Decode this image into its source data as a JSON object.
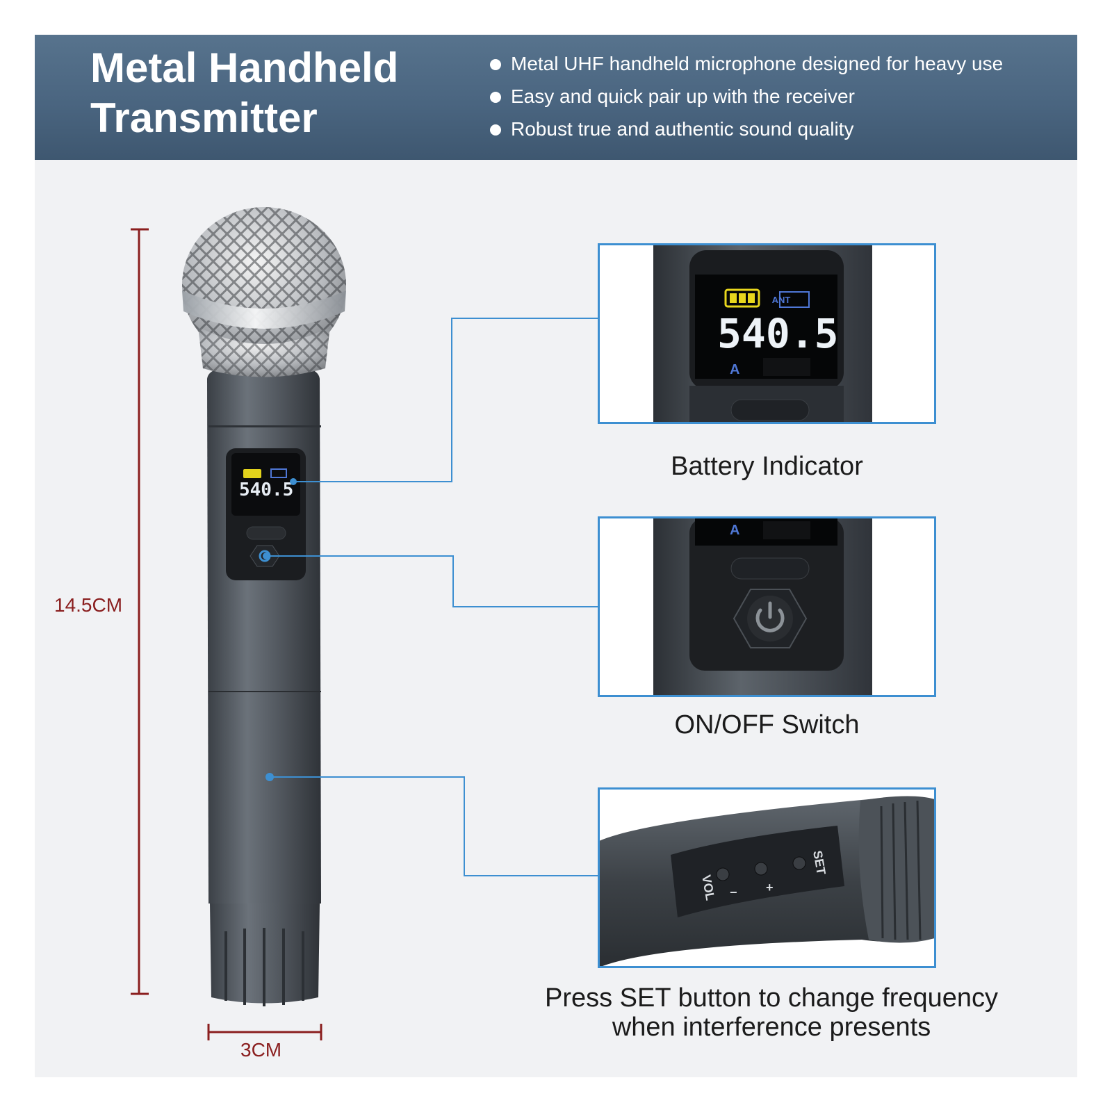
{
  "header": {
    "title_line1": "Metal Handheld",
    "title_line2": "Transmitter",
    "bullets": [
      "Metal UHF handheld microphone designed for heavy use",
      "Easy and quick pair up with the receiver",
      "Robust true and authentic sound quality"
    ]
  },
  "dimensions": {
    "height_label": "14.5CM",
    "width_label": "3CM"
  },
  "display": {
    "frequency": "540.5",
    "antenna_label": "ANT",
    "channel": "A"
  },
  "buttons": {
    "vol_label": "VOL",
    "minus": "−",
    "plus": "+",
    "set_label": "SET"
  },
  "callouts": {
    "battery": "Battery Indicator",
    "power": "ON/OFF Switch",
    "set_line1": "Press SET button to change frequency",
    "set_line2": "when interference presents"
  },
  "colors": {
    "banner": "#4a6580",
    "accent_blue": "#3d8fd1",
    "dimension_red": "#8a1e1e"
  }
}
